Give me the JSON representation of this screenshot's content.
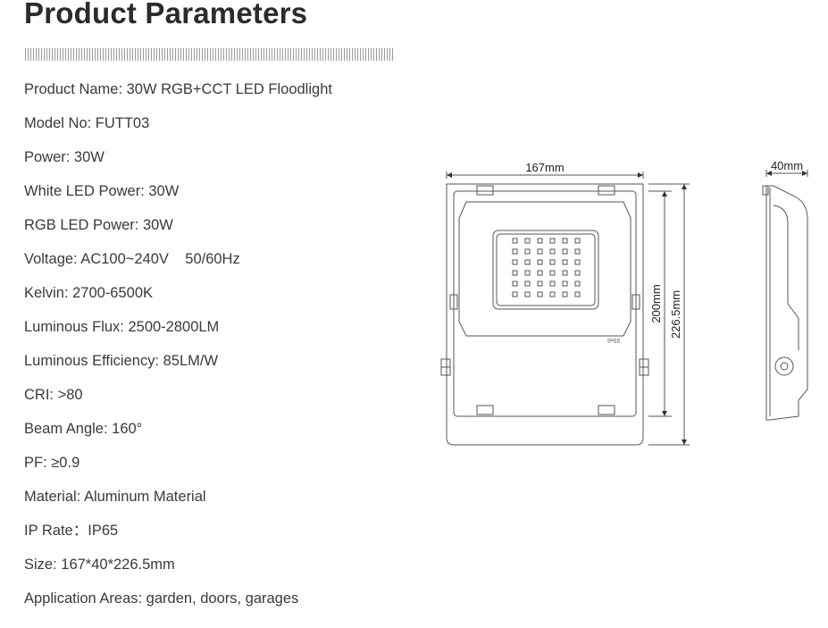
{
  "header": {
    "title": "Product Parameters"
  },
  "params": [
    "Product Name: 30W RGB+CCT LED Floodlight",
    "Model No: FUTT03",
    "Power: 30W",
    "White LED Power: 30W",
    "RGB LED Power: 30W",
    "Voltage: AC100~240V    50/60Hz",
    "Kelvin: 2700-6500K",
    "Luminous Flux: 2500-2800LM",
    "Luminous Efficiency: 85LM/W",
    "CRI: >80",
    "Beam Angle: 160°",
    "PF: ≥0.9",
    "Material: Aluminum Material",
    "IP Rate：IP65",
    "Size: 167*40*226.5mm",
    "Application Areas: garden, doors, garages"
  ],
  "drawing": {
    "width_label": "167mm",
    "depth_label": "40mm",
    "height_label": "200mm",
    "total_height_label": "226.5mm",
    "ip_mark": "IP65"
  }
}
